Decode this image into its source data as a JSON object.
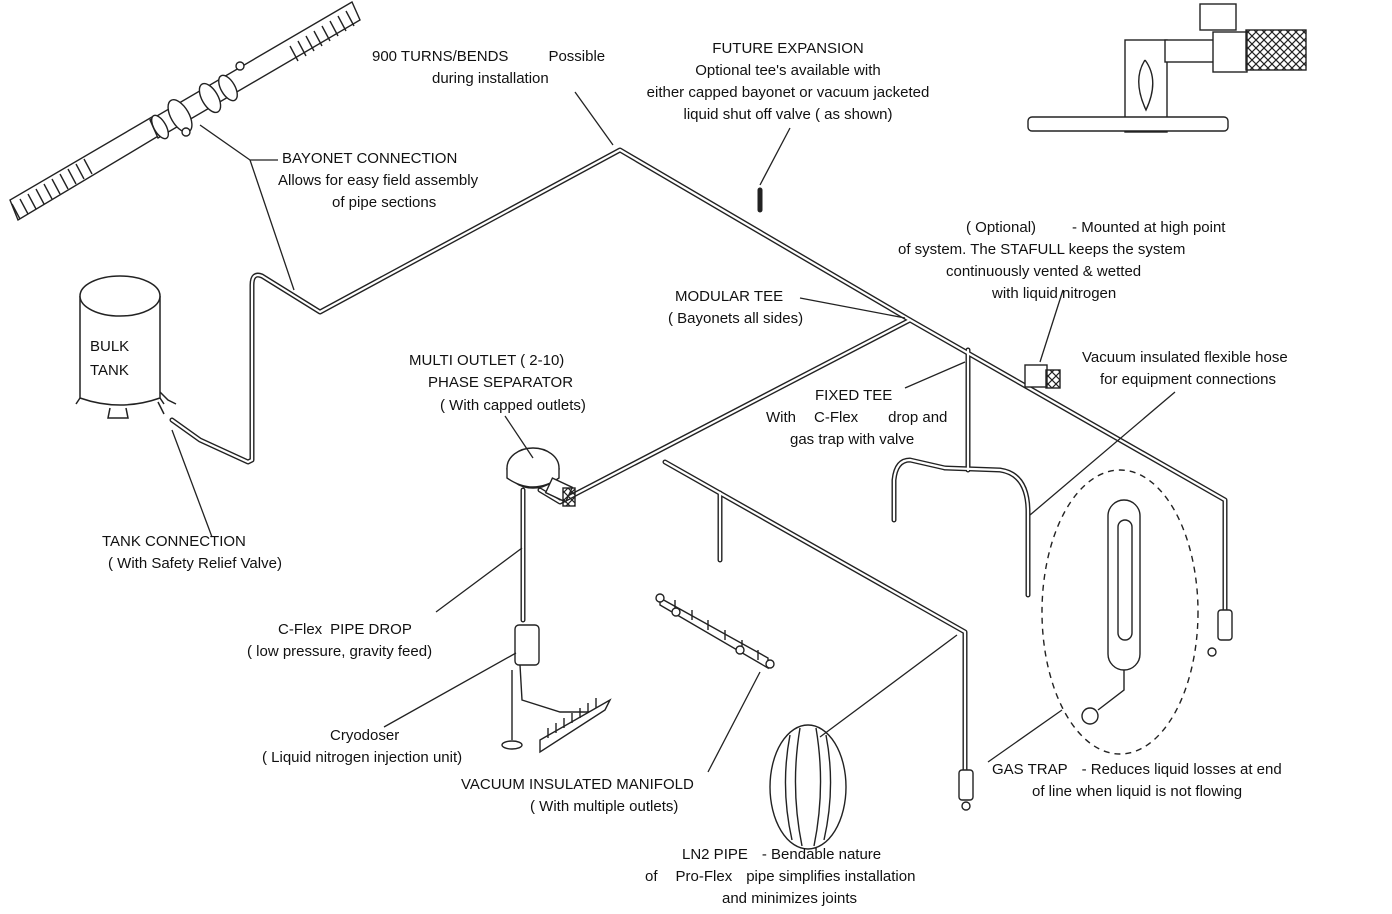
{
  "tank": {
    "line1": "BULK",
    "line2": "TANK"
  },
  "labels": {
    "turns": {
      "line1a": "900 TURNS/BENDS",
      "line1b": "Possible",
      "line2": "during installation"
    },
    "future": {
      "line1": "FUTURE EXPANSION",
      "line2": "Optional tee's available with",
      "line3": "either capped bayonet or vacuum jacketed",
      "line4": "liquid shut off valve   ( as shown)"
    },
    "bayonet": {
      "line1": "BAYONET CONNECTION",
      "line2": "Allows for easy field assembly",
      "line3": "of pipe sections"
    },
    "optional": {
      "line1a": "( Optional)",
      "line1b": "- Mounted at high point",
      "line2": "of system. The STAFULL keeps the system",
      "line3": "continuously vented & wetted",
      "line4": "with liquid nitrogen"
    },
    "modular_tee": {
      "line1": "MODULAR TEE",
      "line2": "( Bayonets all sides)"
    },
    "hose": {
      "line1": "Vacuum insulated flexible hose",
      "line2": "for equipment connections"
    },
    "phase_sep": {
      "line1": "MULTI OUTLET   ( 2-10)",
      "line2": "PHASE SEPARATOR",
      "line3": "( With capped outlets)"
    },
    "fixed_tee": {
      "line1": "FIXED TEE",
      "line2a": "With",
      "line2b": "C-Flex",
      "line2c": "drop and",
      "line3": "gas trap with valve"
    },
    "tank_conn": {
      "line1": "TANK CONNECTION",
      "line2": "( With Safety Relief Valve)"
    },
    "pipe_drop": {
      "line1a": "C-Flex",
      "line1b": "PIPE DROP",
      "line2": "( low pressure, gravity feed)"
    },
    "cryodoser": {
      "line1": "Cryodoser",
      "line2": "( Liquid nitrogen injection unit)"
    },
    "manifold": {
      "line1": "VACUUM INSULATED MANIFOLD",
      "line2": "( With multiple outlets)"
    },
    "gas_trap": {
      "line1a": "GAS TRAP",
      "line1b": "- Reduces liquid losses at end",
      "line2": "of line when liquid is not flowing"
    },
    "ln2": {
      "line1a": "LN2 PIPE",
      "line1b": "- Bendable nature",
      "line2a": "of",
      "line2b": "Pro-Flex",
      "line2c": "pipe simplifies installation",
      "line3": "and minimizes joints"
    }
  }
}
